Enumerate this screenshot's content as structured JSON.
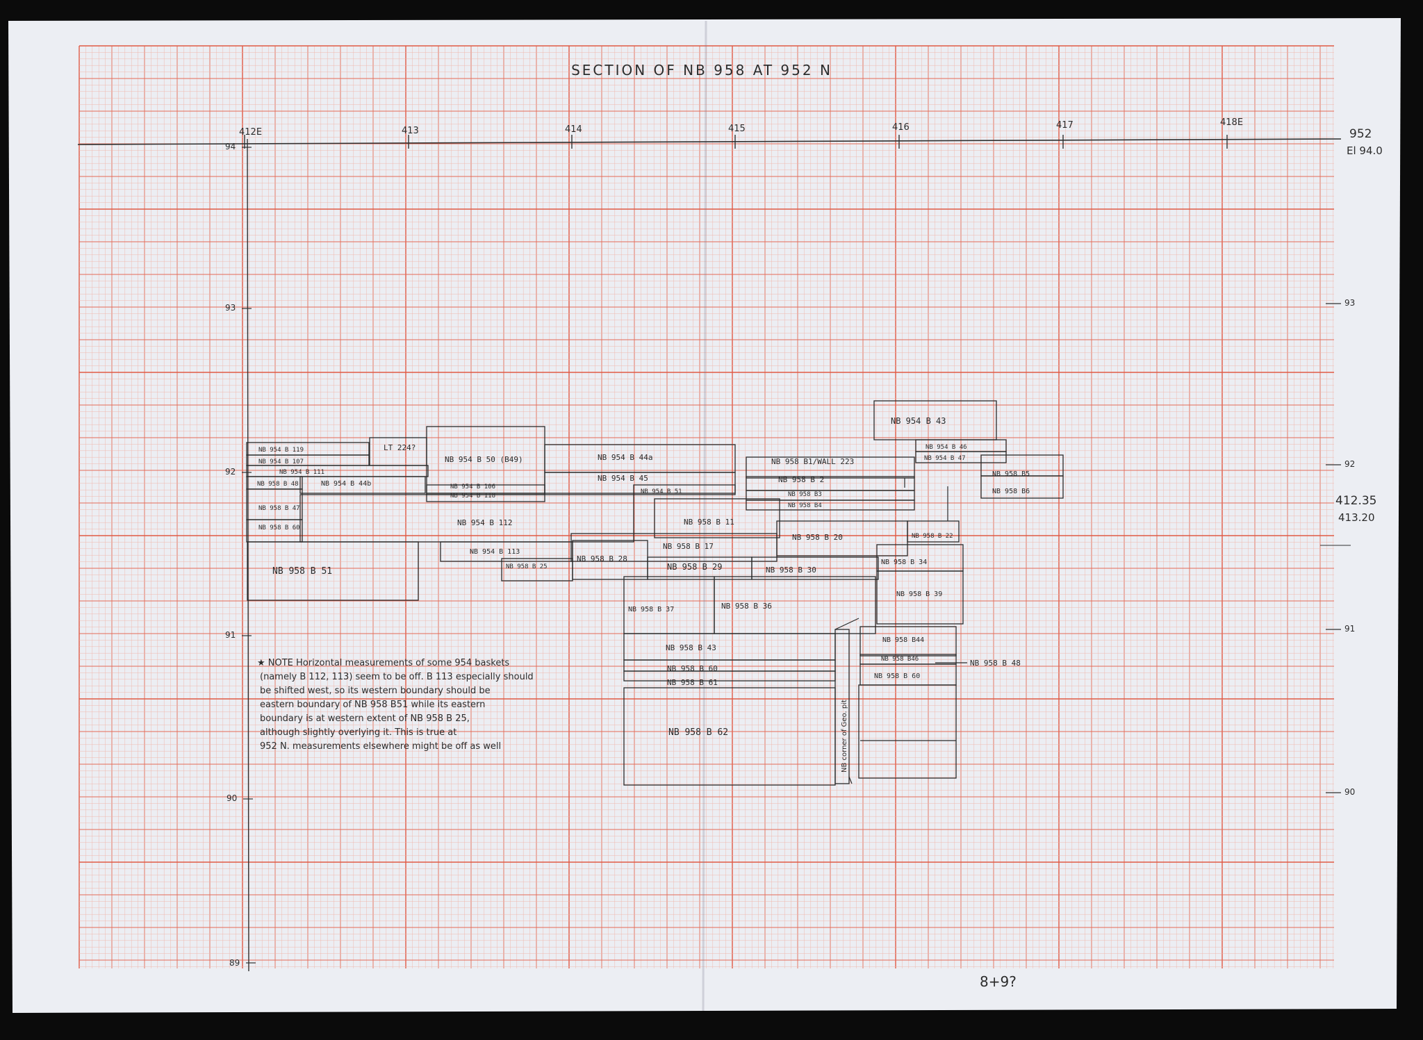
{
  "title": "SECTION OF NB 958 AT 952 N",
  "x_axis": {
    "ticks": [
      "412E",
      "413",
      "414",
      "415",
      "416",
      "417",
      "418E"
    ]
  },
  "y_axis": {
    "ticks_left": [
      "94",
      "93",
      "92",
      "91",
      "90",
      "89"
    ],
    "ticks_right": [
      "93",
      "92",
      "91",
      "90"
    ],
    "top_right_label_1": "952",
    "top_right_label_2": "El 94.0"
  },
  "side_notes": [
    "412.35",
    "413.20"
  ],
  "bottom_note": "8+9?",
  "boxes": [
    {
      "label": "NB 954 B 43"
    },
    {
      "label": "NB 954 B 46"
    },
    {
      "label": "NB 954 B 47"
    },
    {
      "label": "NB 958 B5"
    },
    {
      "label": "NB 958 B6"
    },
    {
      "label": "NB 954 B 119"
    },
    {
      "label": "NB 954 B 107"
    },
    {
      "label": "NB 954 B 111"
    },
    {
      "label": "NB 958 B 48"
    },
    {
      "label": "NB 954 B 44b"
    },
    {
      "label": "NB 958 B 47"
    },
    {
      "label": "NB 958 B 60"
    },
    {
      "label": "LT 224?"
    },
    {
      "label": "NB 954 B 50 (B49)"
    },
    {
      "label": "NB 954 B 106"
    },
    {
      "label": "NB 954 B 118"
    },
    {
      "label": "NB 954 B 44a"
    },
    {
      "label": "NB 954 B 45"
    },
    {
      "label": "NB 954 B 51"
    },
    {
      "label": "NB 958 B1/WALL 223"
    },
    {
      "label": "NB 958 B 2"
    },
    {
      "label": "NB 958 B3"
    },
    {
      "label": "NB 958 B4"
    },
    {
      "label": "NB 954 B 112"
    },
    {
      "label": "NB 958 B 11"
    },
    {
      "label": "NB 958 B 20"
    },
    {
      "label": "NB 958 B 22"
    },
    {
      "label": "NB 954 B 113"
    },
    {
      "label": "NB 958 B 17"
    },
    {
      "label": "NB 958 B 25"
    },
    {
      "label": "NB 958 B 28"
    },
    {
      "label": "NB 958 B 29"
    },
    {
      "label": "NB 958 B 30"
    },
    {
      "label": "NB 958 B 34"
    },
    {
      "label": "NB 958 B 51"
    },
    {
      "label": "NB 958 B 37"
    },
    {
      "label": "NB 958 B 36"
    },
    {
      "label": "NB 958 B 39"
    },
    {
      "label": "NB 958 B 43"
    },
    {
      "label": "NB 958 B44"
    },
    {
      "label": "NB 958 B46"
    },
    {
      "label": "NB 958 B 48"
    },
    {
      "label": "NB 958 B 60"
    },
    {
      "label": "NB 958 B 61"
    },
    {
      "label": "NB 958 B 62"
    },
    {
      "label": "NB corner of Geo. pit"
    }
  ],
  "note": [
    "★ NOTE Horizontal measurements of some 954 baskets",
    "(namely B 112, 113) seem to be off. B 113 especially should",
    "be shifted west, so its western boundary should be",
    "eastern boundary of NB 958 B51 while its eastern",
    "boundary is at western extent of NB 958 B 25,",
    "although slightly overlying it. This is true at",
    "952 N. measurements elsewhere might be off as well"
  ],
  "colors": {
    "paper": "#eceef3",
    "grid_minor": "#f0b2a6",
    "grid_major": "#e46b57",
    "ink": "#2a2a2a",
    "background": "#0b0b0b"
  }
}
